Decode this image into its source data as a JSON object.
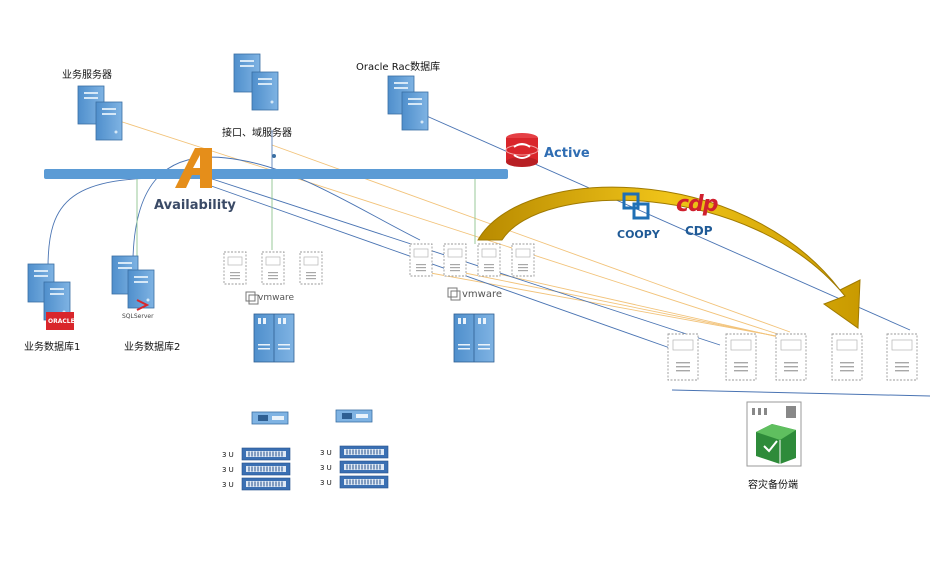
{
  "labels": {
    "business_server": "业务服务器",
    "interface_server": "接口、域服务器",
    "oracle_rac": "Oracle Rac数据库",
    "db1": "业务数据库1",
    "db2": "业务数据库2",
    "dr_backup": "容灾备份端"
  },
  "brands": {
    "active": "Active",
    "availability": "Availability",
    "coopy": "COOPY",
    "cdp": "CDP",
    "cdp_logo": "cdp",
    "vmware": "vmware",
    "oracle_badge": "ORACLE",
    "sqlserver": "SQLServer"
  },
  "rack_units": [
    "3 U",
    "3 U",
    "3 U"
  ],
  "colors": {
    "network_bar": "#5b9bd5",
    "server_blue": "#5b9bd5",
    "active_red": "#d9262b",
    "availability_orange": "#e58e1a",
    "coopy_blue": "#1f6fb5",
    "cdp_red": "#d0202e",
    "arrow_gold": "#d9a400",
    "dr_green": "#2e8b3a",
    "orange_lines": "#f2c37a",
    "blue_lines": "#4a74b3"
  }
}
